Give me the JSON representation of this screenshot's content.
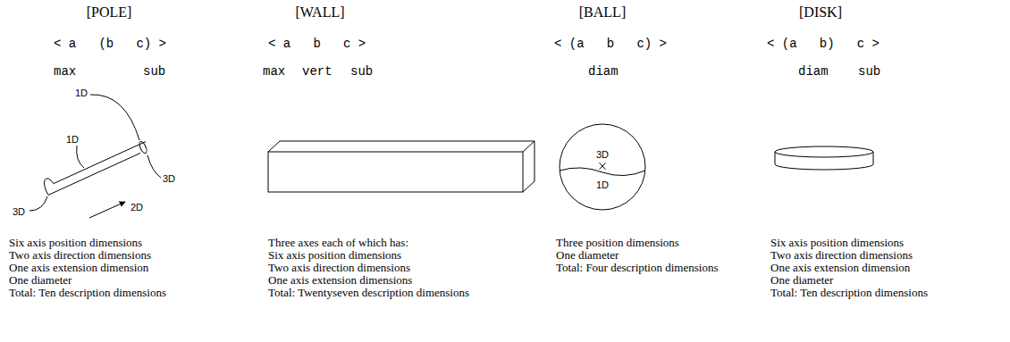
{
  "diagram": {
    "labels": [
      "[POLE]",
      "< a   (b   c) >",
      "max",
      "sub",
      "1D",
      "1D",
      "3D",
      "2D",
      "3D",
      "Six axis position dimensions",
      "Two axis direction dimensions",
      "One axis extension dimension",
      "One diameter",
      "Total: Ten description dimensions",
      "[WALL]",
      "< a   b   c >",
      "max",
      "vert",
      "sub",
      "Three axes each of which has:",
      "Six axis position dimensions",
      "Two axis direction dimensions",
      "One axis extension dimensions",
      "Total: Twentyseven description dimensions",
      "[BALL]",
      "< (a   b   c) >",
      "diam",
      "3D",
      "1D",
      "Three position dimensions",
      "One diameter",
      "Total: Four description dimensions",
      "[DISK]",
      "< (a   b)   c >",
      "diam",
      "sub",
      "Six axis position dimensions",
      "Two axis direction dimensions",
      "One axis extension dimension",
      "One diameter",
      "Total: Ten description dimensions"
    ]
  }
}
